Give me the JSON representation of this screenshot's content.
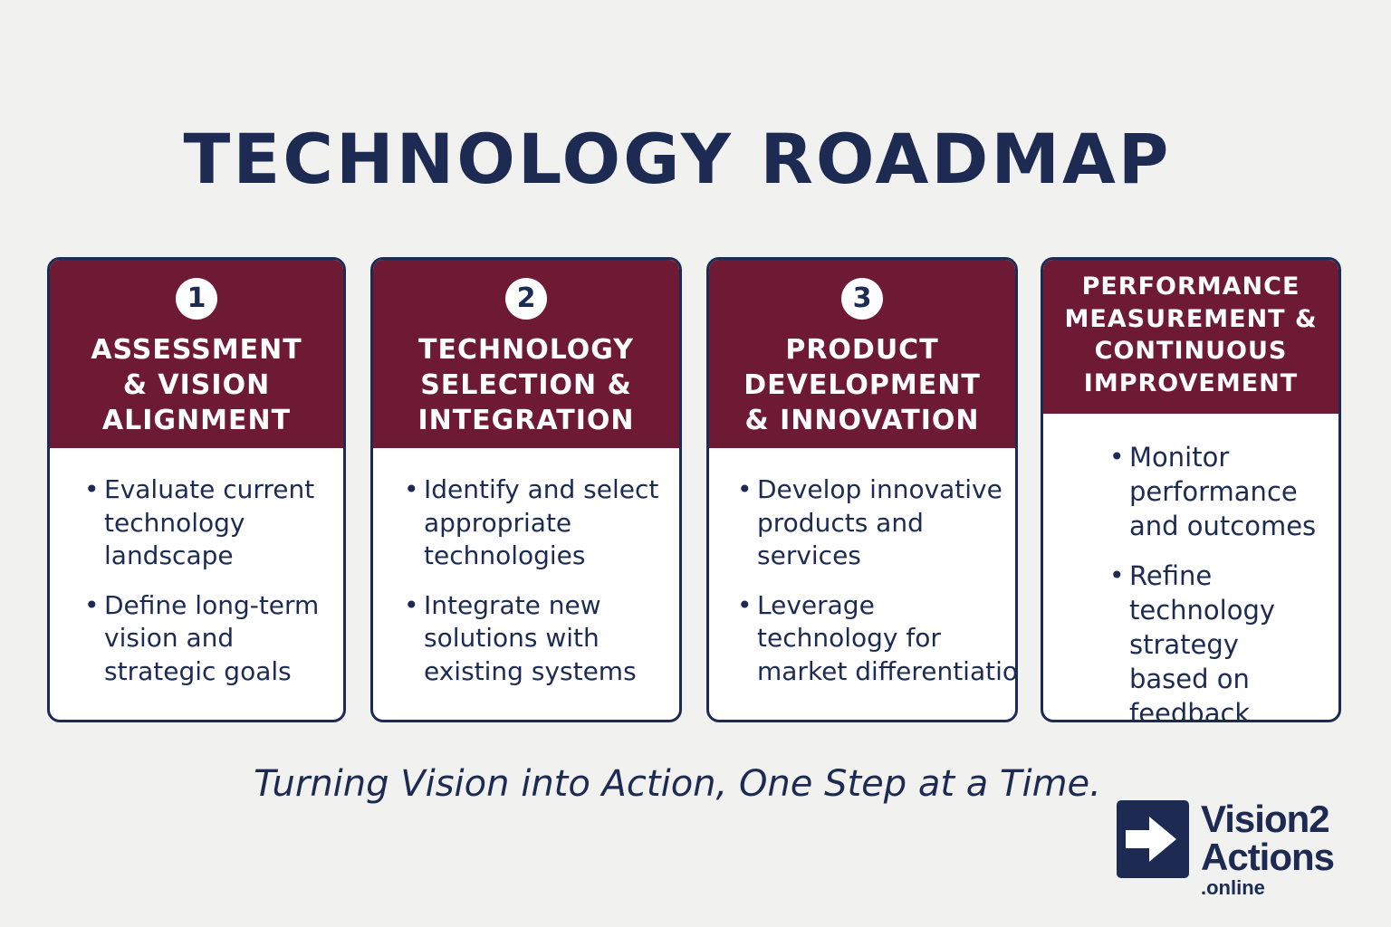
{
  "title": "TECHNOLOGY ROADMAP",
  "colors": {
    "header": "#6e1a35",
    "text": "#1d2b52",
    "background": "#f1f1ef",
    "card_body": "#ffffff"
  },
  "cards": [
    {
      "number": "1",
      "title_lines": [
        "ASSESSMENT",
        "& VISION",
        "ALIGNMENT"
      ],
      "bullets": [
        {
          "lines": [
            "Evaluate current",
            "technology",
            "landscape"
          ]
        },
        {
          "lines": [
            "Define long-term",
            "vision and",
            "strategic goals"
          ]
        }
      ]
    },
    {
      "number": "2",
      "title_lines": [
        "TECHNOLOGY",
        "SELECTION &",
        "INTEGRATION"
      ],
      "bullets": [
        {
          "lines": [
            "Identify and select",
            "appropriate",
            "technologies"
          ]
        },
        {
          "lines": [
            "Integrate new",
            "solutions with",
            "existing systems"
          ]
        }
      ]
    },
    {
      "number": "3",
      "title_lines": [
        "PRODUCT",
        "DEVELOPMENT",
        "& INNOVATION"
      ],
      "bullets": [
        {
          "lines": [
            "Develop innovative",
            "products and",
            "services"
          ]
        },
        {
          "lines": [
            "Leverage",
            "technology for",
            "market differentiatio"
          ]
        }
      ]
    },
    {
      "title_lines": [
        "PERFORMANCE",
        "MEASUREMENT &",
        "CONTINUOUS",
        "IMPROVEMENT"
      ],
      "bullets": [
        {
          "lines": [
            "Monitor",
            "performance",
            "and outcomes"
          ]
        },
        {
          "lines": [
            "Refine",
            "technology",
            "strategy",
            "based on",
            "feedback"
          ]
        }
      ]
    }
  ],
  "tagline": "Turning Vision into Action, One Step at a Time.",
  "logo": {
    "name_line1": "Vision2",
    "name_line2": "Actions",
    "domain": ".online",
    "icon": "arrow-right-icon"
  }
}
